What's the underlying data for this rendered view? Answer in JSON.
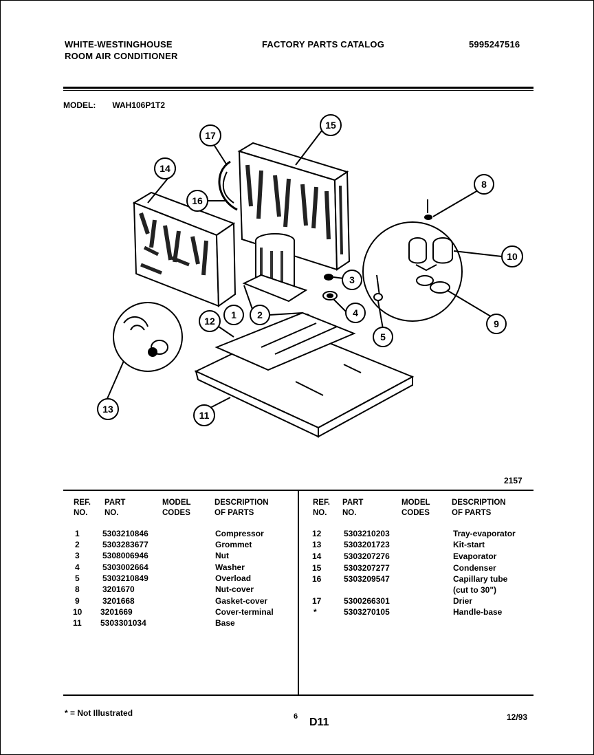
{
  "header": {
    "brand_line1": "WHITE-WESTINGHOUSE",
    "brand_line2": "ROOM AIR CONDITIONER",
    "catalog_title": "FACTORY PARTS CATALOG",
    "catalog_number": "5995247516"
  },
  "model": {
    "label": "MODEL:",
    "value": "WAH106P1T2"
  },
  "diagram": {
    "callouts": [
      "1",
      "2",
      "3",
      "4",
      "5",
      "8",
      "9",
      "10",
      "11",
      "12",
      "13",
      "14",
      "15",
      "16",
      "17"
    ],
    "figure_number": "2157"
  },
  "table": {
    "headers": {
      "ref": [
        "REF.",
        "NO."
      ],
      "part": [
        "PART",
        "NO."
      ],
      "model": [
        "MODEL",
        "CODES"
      ],
      "desc": [
        "DESCRIPTION",
        "OF PARTS"
      ]
    },
    "left_rows": [
      {
        "ref": "1",
        "part": "5303210846",
        "desc": "Compressor"
      },
      {
        "ref": "2",
        "part": "5303283677",
        "desc": "Grommet"
      },
      {
        "ref": "3",
        "part": "5308006946",
        "desc": "Nut"
      },
      {
        "ref": "4",
        "part": "5303002664",
        "desc": "Washer"
      },
      {
        "ref": "5",
        "part": "5303210849",
        "desc": "Overload"
      },
      {
        "ref": "8",
        "part": "3201670",
        "desc": "Nut-cover"
      },
      {
        "ref": "9",
        "part": "3201668",
        "desc": "Gasket-cover"
      },
      {
        "ref": "10",
        "part": "3201669",
        "desc": "Cover-terminal"
      },
      {
        "ref": "11",
        "part": "5303301034",
        "desc": "Base"
      }
    ],
    "right_rows": [
      {
        "ref": "12",
        "part": "5303210203",
        "desc": "Tray-evaporator"
      },
      {
        "ref": "13",
        "part": "5303201723",
        "desc": "Kit-start"
      },
      {
        "ref": "14",
        "part": "5303207276",
        "desc": "Evaporator"
      },
      {
        "ref": "15",
        "part": "5303207277",
        "desc": "Condenser"
      },
      {
        "ref": "16",
        "part": "5303209547",
        "desc": "Capillary tube"
      },
      {
        "ref": "",
        "part": "",
        "desc": "(cut to 30\")"
      },
      {
        "ref": "17",
        "part": "5300266301",
        "desc": "Drier"
      },
      {
        "ref": "*",
        "part": "5303270105",
        "desc": "Handle-base"
      }
    ]
  },
  "footer": {
    "note": "* = Not Illustrated",
    "page_small": "6",
    "page_code": "D11",
    "date": "12/93"
  }
}
